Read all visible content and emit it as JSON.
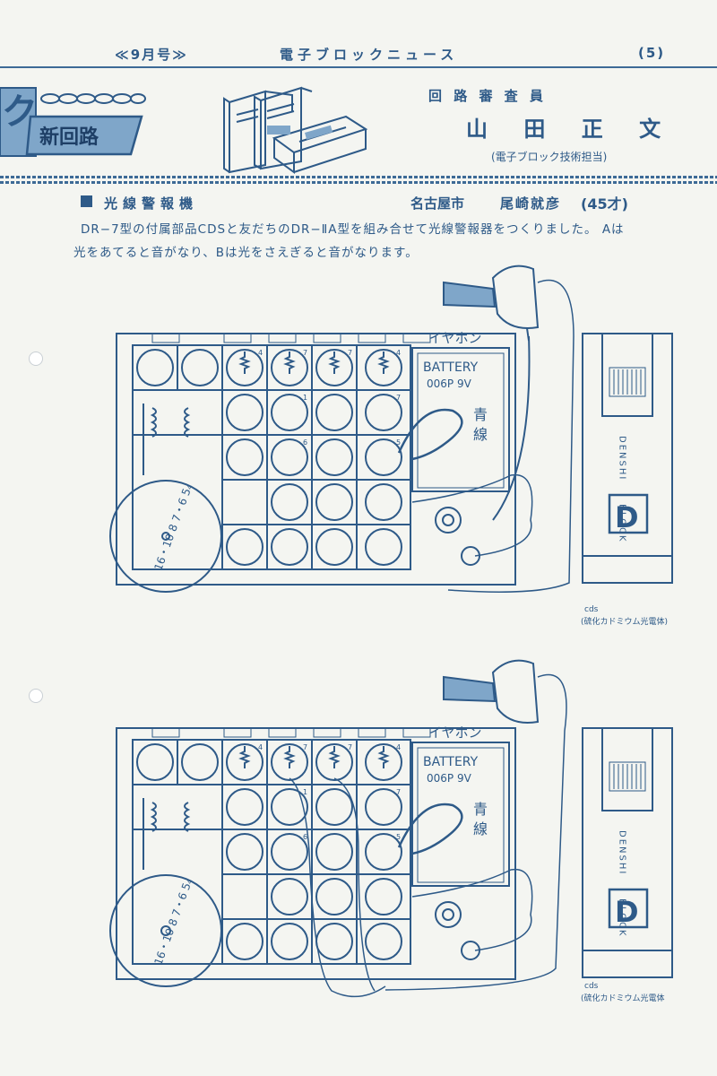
{
  "header": {
    "issue": "≪9月号≫",
    "title": "電子ブロックニュース",
    "page": "(5)"
  },
  "banner": {
    "mark": "ク",
    "label": "新回路"
  },
  "reviewer": {
    "role": "回 路 審 査 員",
    "name": "山 田 正 文",
    "note": "(電子ブロック技術担当)"
  },
  "article": {
    "title": "光線警報機",
    "city": "名古屋市",
    "author": "尾崎就彦",
    "age": "(45才)",
    "body_line1": "DR−7型の付属部品CDSと友だちのDR−ⅡA型を組み合せて光線警報器をつくりました。 Aは",
    "body_line2": "光をあてると音がなり、Bは光をさえぎると音がなります。"
  },
  "diagram": {
    "earphone_label": "イヤホン",
    "battery_line1": "BATTERY",
    "battery_line2": "006P 9V",
    "wire_label_1": "青",
    "wire_label_2": "線",
    "denshi_label": "DENSHI",
    "block_label": "BLOCK",
    "logo_letter": "D",
    "cds_label": "cds",
    "cds_note_a": "(硫化カドミウム光電体)",
    "cds_note_b": "(硫化カドミウム光電体",
    "dial_digits": "16・10 8 7・6 5₄",
    "block_numbers": [
      "4",
      "7",
      "7",
      "4",
      "1",
      "7",
      "6",
      "5"
    ]
  },
  "colors": {
    "ink": "#2e5a88",
    "paper": "#f4f5f1",
    "banner_fill": "#7fa6c9"
  }
}
